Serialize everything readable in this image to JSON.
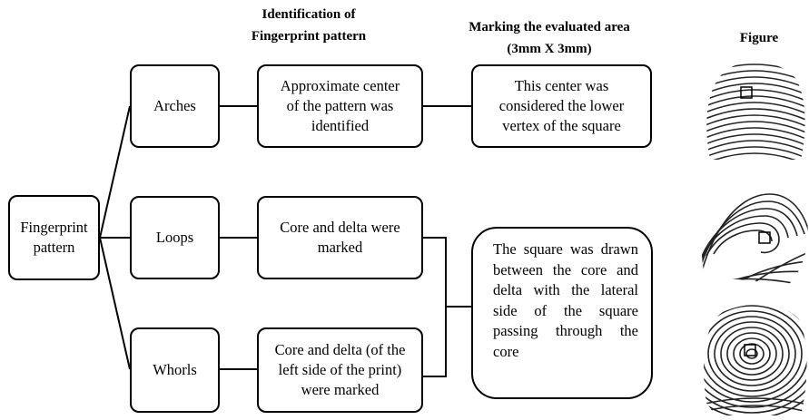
{
  "headers": {
    "identification_line1": "Identification of",
    "identification_line2": "Fingerprint pattern",
    "marking_line1": "Marking the evaluated area",
    "marking_line2": "(3mm X 3mm)",
    "figure": "Figure"
  },
  "root": {
    "line1": "Fingerprint",
    "line2": "pattern"
  },
  "patterns": {
    "arches": "Arches",
    "loops": "Loops",
    "whorls": "Whorls"
  },
  "identification": {
    "arches": [
      "Approximate center",
      "of the pattern was",
      "identified"
    ],
    "loops": [
      "Core and delta were",
      "marked"
    ],
    "whorls": [
      "Core and delta (of the",
      "left side of the print)",
      "were marked"
    ]
  },
  "marking": {
    "arches": [
      "This center was",
      "considered the lower",
      "vertex of the square"
    ],
    "loops_whorls": "The square was drawn between the core and delta with the lateral side of the square passing through the core"
  },
  "figures": {
    "arches": "fingerprint-arch-image",
    "loops": "fingerprint-loop-image",
    "whorls": "fingerprint-whorl-image"
  }
}
